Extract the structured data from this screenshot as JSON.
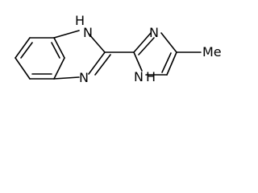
{
  "molecule": {
    "labels": {
      "benzimidazole_nh_top": "H",
      "benzimidazole_nh_n": "N",
      "benzimidazole_n": "N",
      "imidazole_n": "N",
      "imidazole_nh_n": "N",
      "imidazole_nh_h": "H",
      "methyl": "Me"
    }
  }
}
